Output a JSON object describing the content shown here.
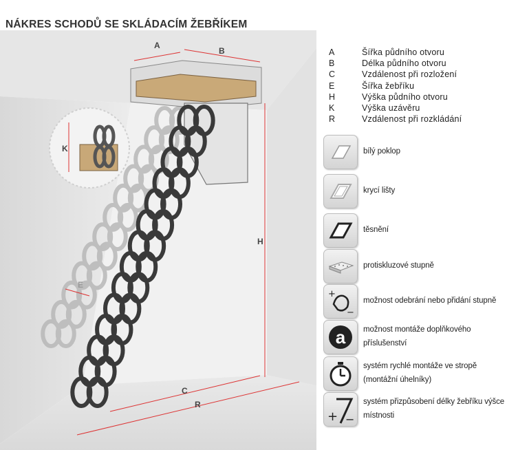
{
  "title": "NÁKRES SCHODŮ SE SKLÁDACÍM ŽEBŘÍKEM",
  "drawing": {
    "labels": {
      "a": "A",
      "b": "B",
      "k": "K",
      "h": "H",
      "e": "E",
      "c": "C",
      "r": "R"
    }
  },
  "legend": [
    {
      "letter": "A",
      "text": "Šířka půdního otvoru"
    },
    {
      "letter": "B",
      "text": "Délka půdního otvoru"
    },
    {
      "letter": "C",
      "text": "Vzdálenost při rozložení"
    },
    {
      "letter": "E",
      "text": "Šířka žebříku"
    },
    {
      "letter": "H",
      "text": "Výška půdního otvoru"
    },
    {
      "letter": "K",
      "text": "Výška uzávěru"
    },
    {
      "letter": "R",
      "text": "Vzdálenost při rozkládání"
    }
  ],
  "features": [
    {
      "icon": "white-hatch-icon",
      "text": "bílý poklop"
    },
    {
      "icon": "cover-trim-icon",
      "text": "krycí lišty"
    },
    {
      "icon": "seal-icon",
      "text": "těsnění"
    },
    {
      "icon": "anti-slip-step-icon",
      "text": "protiskluzové stupně"
    },
    {
      "icon": "add-remove-step-icon",
      "text": "možnost odebrání nebo přidání stupně"
    },
    {
      "icon": "accessory-a-icon",
      "text": "možnost montáže doplňkového příslušenství"
    },
    {
      "icon": "stopwatch-icon",
      "text": "systém rychlé montáže ve stropě (montážní úhelníky)"
    },
    {
      "icon": "length-adjust-icon",
      "text": "systém přizpůsobení délky žebříku výšce místnosti"
    }
  ]
}
